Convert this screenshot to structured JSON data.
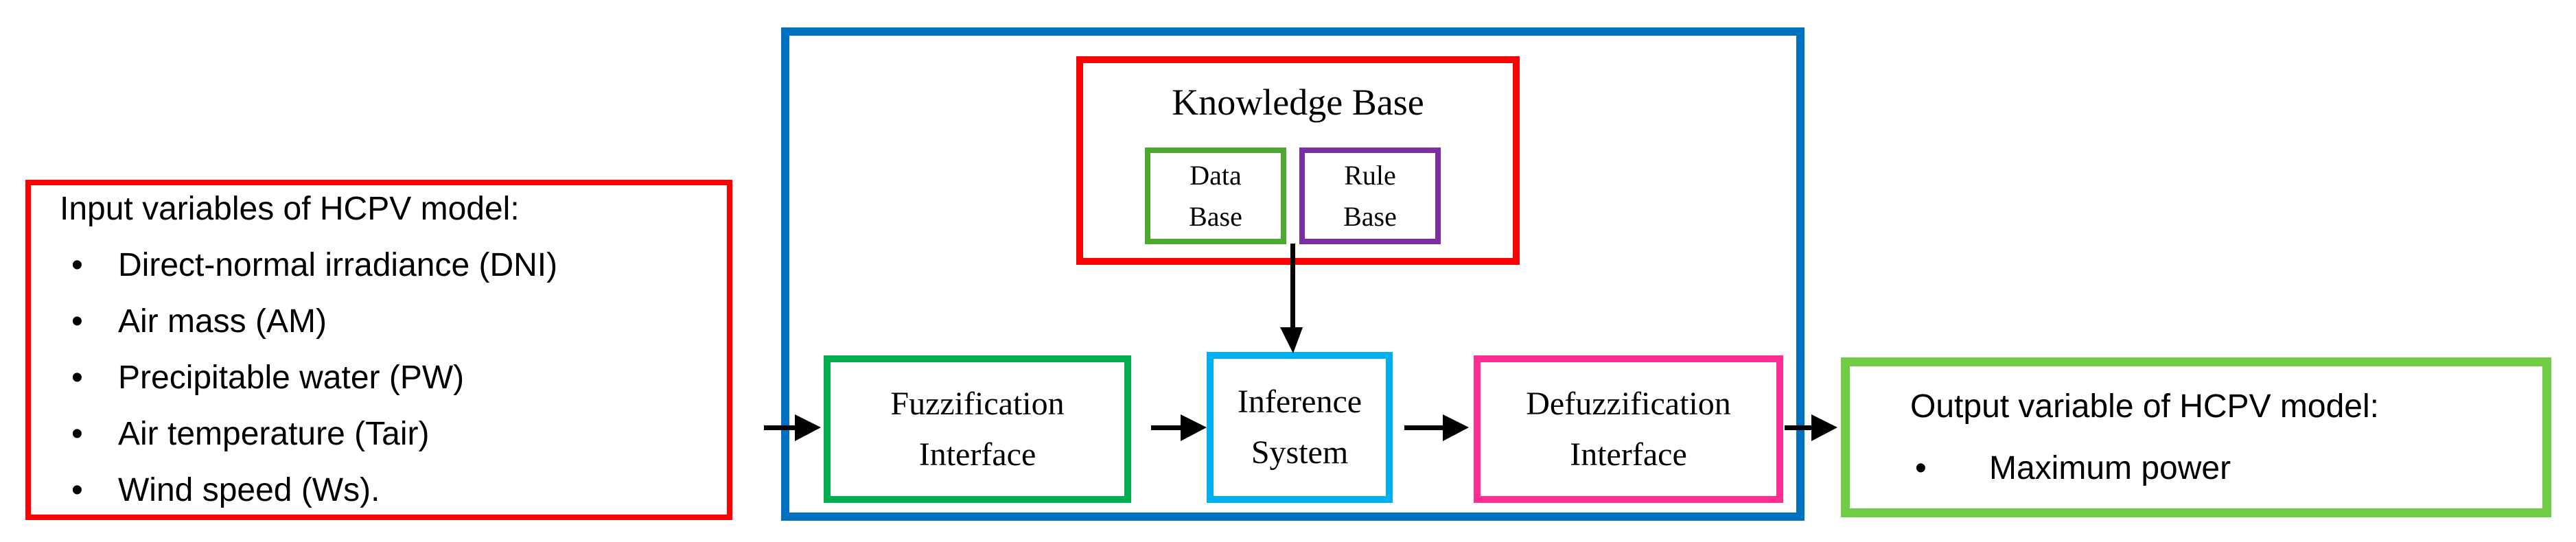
{
  "diagram": {
    "bullet": "•",
    "input_box": {
      "title": "Input variables of HCPV model:",
      "items": [
        "Direct-normal irradiance (DNI)",
        "Air mass (AM)",
        "Precipitable water (PW)",
        "Air temperature (Tair)",
        "Wind speed (Ws)."
      ]
    },
    "knowledge_base": {
      "title": "Knowledge Base",
      "data_base_label": "Data Base",
      "rule_base_label": "Rule Base"
    },
    "fuzzification_label": "Fuzzification Interface",
    "inference_label": "Inference System",
    "defuzzification_label": "Defuzzification Interface",
    "output_box": {
      "title": "Output variable of HCPV model:",
      "items": [
        "Maximum power"
      ]
    },
    "colors": {
      "red": "#FF0000",
      "container_blue": "#0070C0",
      "fuzzification_green": "#00B050",
      "inference_cyan": "#00B0F0",
      "defuzzification_pink": "#FF2D92",
      "data_base_green": "#4EA72E",
      "rule_base_purple": "#7C2FA3",
      "output_green": "#70CC44",
      "arrow_black": "#000000",
      "text_black": "#000000"
    }
  }
}
